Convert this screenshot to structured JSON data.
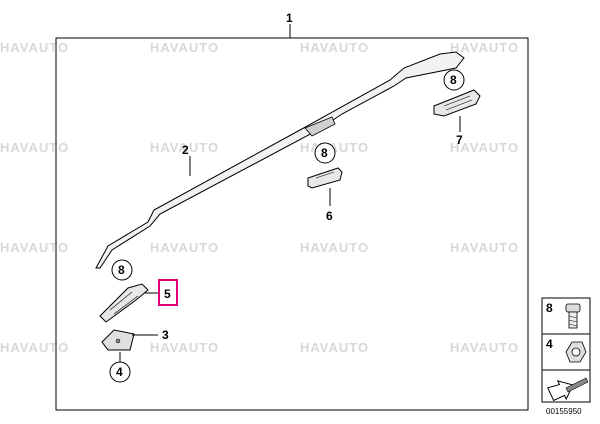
{
  "diagram": {
    "assembly_number": "1",
    "part_labels": {
      "rail": "2",
      "clip": "3",
      "nut": "4",
      "front_bracket": "5",
      "middle_bracket": "6",
      "rear_bracket": "7",
      "screw": "8"
    },
    "highlighted_part": "5",
    "highlight_color": "#e0007a",
    "legend": [
      {
        "number": "8",
        "icon": "screw-icon"
      },
      {
        "number": "4",
        "icon": "nut-icon"
      }
    ],
    "reference_number": "00155950",
    "watermark": "HAVAUTO"
  }
}
